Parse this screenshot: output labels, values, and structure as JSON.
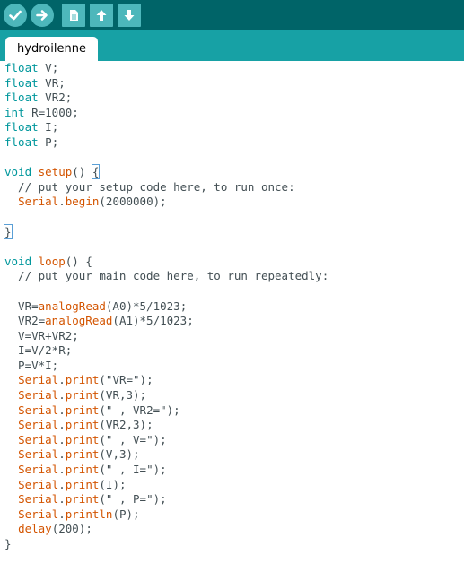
{
  "toolbar": {
    "buttons": [
      {
        "name": "verify-button",
        "icon": "check-icon"
      },
      {
        "name": "upload-button",
        "icon": "arrow-right-icon"
      },
      {
        "name": "new-button",
        "icon": "file-icon"
      },
      {
        "name": "open-button",
        "icon": "arrow-up-icon"
      },
      {
        "name": "save-button",
        "icon": "arrow-down-icon"
      }
    ],
    "accent_color": "#4db7bb"
  },
  "tabs": [
    {
      "label": "hydroilenne"
    }
  ],
  "code_lines": [
    [
      {
        "t": "float",
        "c": "kw"
      },
      {
        "t": " V;"
      }
    ],
    [
      {
        "t": "float",
        "c": "kw"
      },
      {
        "t": " VR;"
      }
    ],
    [
      {
        "t": "float",
        "c": "kw"
      },
      {
        "t": " VR2;"
      }
    ],
    [
      {
        "t": "int",
        "c": "kw"
      },
      {
        "t": " R=1000;"
      }
    ],
    [
      {
        "t": "float",
        "c": "kw"
      },
      {
        "t": " I;"
      }
    ],
    [
      {
        "t": "float",
        "c": "kw"
      },
      {
        "t": " P;"
      }
    ],
    [],
    [
      {
        "t": "void",
        "c": "kw"
      },
      {
        "t": " "
      },
      {
        "t": "setup",
        "c": "fn"
      },
      {
        "t": "() "
      },
      {
        "t": "{",
        "c": "br"
      }
    ],
    [
      {
        "t": "  // put your setup code here, to run once:",
        "c": "cm"
      }
    ],
    [
      {
        "t": "  "
      },
      {
        "t": "Serial",
        "c": "fn"
      },
      {
        "t": "."
      },
      {
        "t": "begin",
        "c": "fn"
      },
      {
        "t": "(2000000);"
      }
    ],
    [],
    [
      {
        "t": "}",
        "c": "br"
      },
      {
        "t": "",
        "c": "caret"
      }
    ],
    [],
    [
      {
        "t": "void",
        "c": "kw"
      },
      {
        "t": " "
      },
      {
        "t": "loop",
        "c": "fn"
      },
      {
        "t": "() {"
      }
    ],
    [
      {
        "t": "  // put your main code here, to run repeatedly:",
        "c": "cm"
      }
    ],
    [],
    [
      {
        "t": "  VR="
      },
      {
        "t": "analogRead",
        "c": "fn"
      },
      {
        "t": "(A0)*5/1023;"
      }
    ],
    [
      {
        "t": "  VR2="
      },
      {
        "t": "analogRead",
        "c": "fn"
      },
      {
        "t": "(A1)*5/1023;"
      }
    ],
    [
      {
        "t": "  V=VR+VR2;"
      }
    ],
    [
      {
        "t": "  I=V/2*R;"
      }
    ],
    [
      {
        "t": "  P=V*I;"
      }
    ],
    [
      {
        "t": "  "
      },
      {
        "t": "Serial",
        "c": "fn"
      },
      {
        "t": "."
      },
      {
        "t": "print",
        "c": "fn"
      },
      {
        "t": "(\"VR=\");"
      }
    ],
    [
      {
        "t": "  "
      },
      {
        "t": "Serial",
        "c": "fn"
      },
      {
        "t": "."
      },
      {
        "t": "print",
        "c": "fn"
      },
      {
        "t": "(VR,3);"
      }
    ],
    [
      {
        "t": "  "
      },
      {
        "t": "Serial",
        "c": "fn"
      },
      {
        "t": "."
      },
      {
        "t": "print",
        "c": "fn"
      },
      {
        "t": "(\" , VR2=\");"
      }
    ],
    [
      {
        "t": "  "
      },
      {
        "t": "Serial",
        "c": "fn"
      },
      {
        "t": "."
      },
      {
        "t": "print",
        "c": "fn"
      },
      {
        "t": "(VR2,3);"
      }
    ],
    [
      {
        "t": "  "
      },
      {
        "t": "Serial",
        "c": "fn"
      },
      {
        "t": "."
      },
      {
        "t": "print",
        "c": "fn"
      },
      {
        "t": "(\" , V=\");"
      }
    ],
    [
      {
        "t": "  "
      },
      {
        "t": "Serial",
        "c": "fn"
      },
      {
        "t": "."
      },
      {
        "t": "print",
        "c": "fn"
      },
      {
        "t": "(V,3);"
      }
    ],
    [
      {
        "t": "  "
      },
      {
        "t": "Serial",
        "c": "fn"
      },
      {
        "t": "."
      },
      {
        "t": "print",
        "c": "fn"
      },
      {
        "t": "(\" , I=\");"
      }
    ],
    [
      {
        "t": "  "
      },
      {
        "t": "Serial",
        "c": "fn"
      },
      {
        "t": "."
      },
      {
        "t": "print",
        "c": "fn"
      },
      {
        "t": "(I);"
      }
    ],
    [
      {
        "t": "  "
      },
      {
        "t": "Serial",
        "c": "fn"
      },
      {
        "t": "."
      },
      {
        "t": "print",
        "c": "fn"
      },
      {
        "t": "(\" , P=\");"
      }
    ],
    [
      {
        "t": "  "
      },
      {
        "t": "Serial",
        "c": "fn"
      },
      {
        "t": "."
      },
      {
        "t": "println",
        "c": "fn"
      },
      {
        "t": "(P);"
      }
    ],
    [
      {
        "t": "  "
      },
      {
        "t": "delay",
        "c": "fn"
      },
      {
        "t": "(200);"
      }
    ],
    [
      {
        "t": "}"
      }
    ]
  ]
}
